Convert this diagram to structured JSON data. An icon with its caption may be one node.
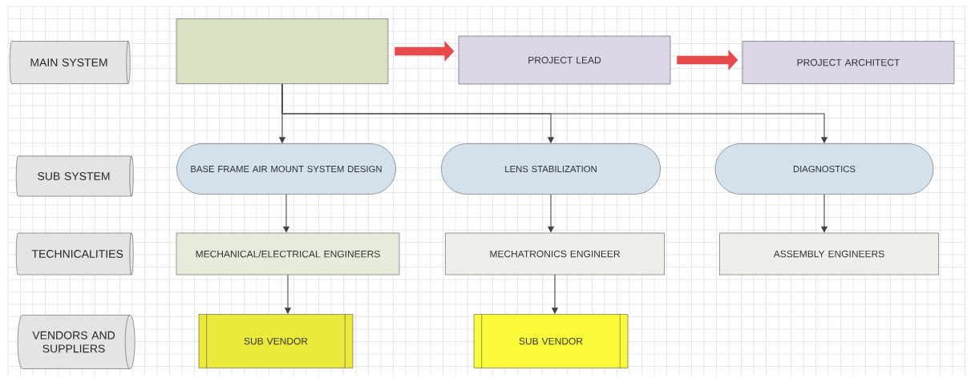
{
  "diagram": {
    "nodes": [
      {
        "text": [
          "MAIN SYSTEM"
        ]
      },
      {
        "text": [],
        "shape": "box"
      },
      {
        "text": [
          "PROJECT LEAD"
        ]
      },
      {
        "text": [
          "PROJECT ARCHITECT"
        ]
      },
      {
        "text": [
          "SUB SYSTEM"
        ]
      },
      {
        "text": [
          "BASE FRAME AIR MOUNT SYSTEM DESIGN"
        ]
      },
      {
        "text": [
          "LENS STABILIZATION"
        ]
      },
      {
        "text": [
          "DIAGNOSTICS"
        ]
      },
      {
        "text": [
          "TECHNICALITIES"
        ]
      },
      {
        "text": [
          "MECHANICAL/ELECTRICAL ENGINEERS"
        ]
      },
      {
        "text": [
          "MECHATRONICS ENGINEER"
        ]
      },
      {
        "text": [
          "ASSEMBLY ENGINEERS"
        ]
      },
      {
        "text": [
          "VENDORS AND SUPPLIERS"
        ]
      },
      {
        "text": [
          "SUB VENDOR"
        ]
      },
      {
        "text": [
          "SUB VENDOR"
        ]
      }
    ],
    "edges": [
      {
        "from": 1,
        "to": 2,
        "arrow": "to",
        "style": "thick",
        "color": "#e84a4a"
      },
      {
        "from": 2,
        "to": 3,
        "arrow": "to",
        "style": "thick",
        "color": "#e84a4a"
      },
      {
        "from": 1,
        "to": 5,
        "arrow": "to"
      },
      {
        "from": 1,
        "to": 6,
        "arrow": "to"
      },
      {
        "from": 1,
        "to": 7,
        "arrow": "to"
      },
      {
        "from": 5,
        "to": 9,
        "arrow": "to"
      },
      {
        "from": 6,
        "to": 10,
        "arrow": "to"
      },
      {
        "from": 7,
        "to": 11,
        "arrow": "to"
      },
      {
        "from": 9,
        "to": 13,
        "arrow": "to"
      },
      {
        "from": 10,
        "to": 14,
        "arrow": "to"
      }
    ]
  }
}
